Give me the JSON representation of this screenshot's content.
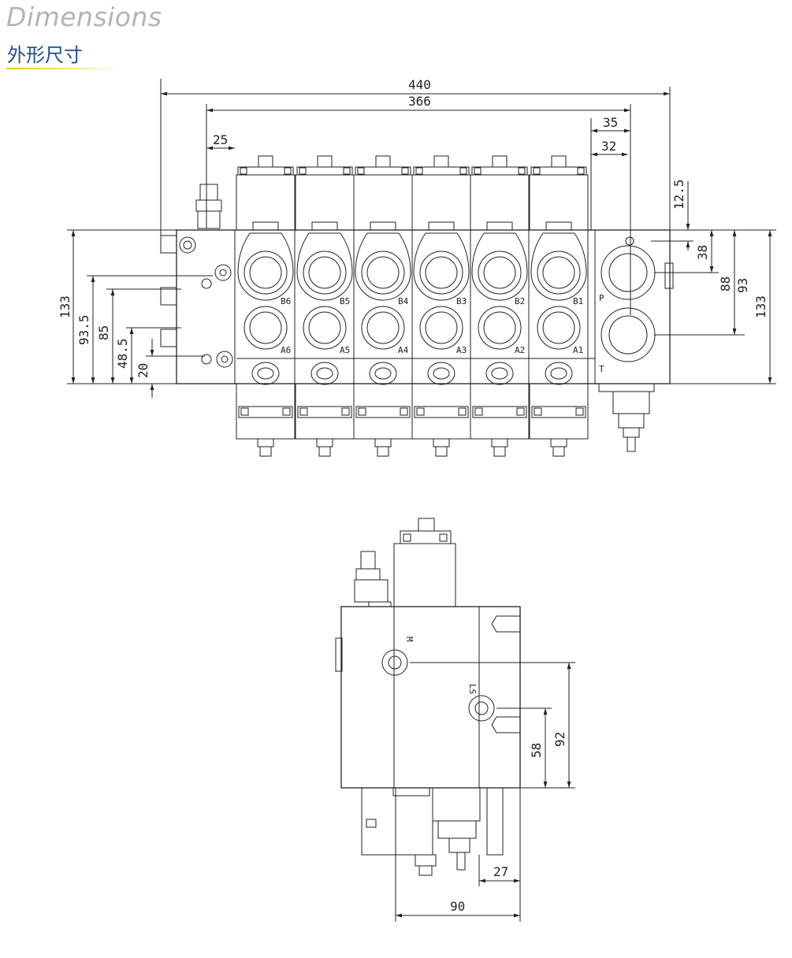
{
  "header": {
    "title_en": "Dimensions",
    "title_cn": "外形尺寸"
  },
  "colors": {
    "title_en": "#b4b4b4",
    "title_cn": "#1f4d8c",
    "accent": "#f2c200",
    "line": "#222222"
  },
  "front_view": {
    "dims": {
      "overall_width": "440",
      "width_inner": "366",
      "d35": "35",
      "d32": "32",
      "d25": "25",
      "d12_5": "12.5",
      "d38": "38",
      "d88": "88",
      "d93": "93",
      "d133_right": "133",
      "d133_left": "133",
      "d93_5": "93.5",
      "d85": "85",
      "d48_5": "48.5",
      "d20": "20"
    },
    "sections": [
      {
        "b": "B6",
        "a": "A6"
      },
      {
        "b": "B5",
        "a": "A5"
      },
      {
        "b": "B4",
        "a": "A4"
      },
      {
        "b": "B3",
        "a": "A3"
      },
      {
        "b": "B2",
        "a": "A2"
      },
      {
        "b": "B1",
        "a": "A1"
      }
    ],
    "inlet": {
      "p": "P",
      "t": "T"
    }
  },
  "side_view": {
    "ports": {
      "m": "M",
      "ls": "LS"
    },
    "dims": {
      "d58": "58",
      "d92": "92",
      "d27": "27",
      "d90": "90"
    }
  }
}
